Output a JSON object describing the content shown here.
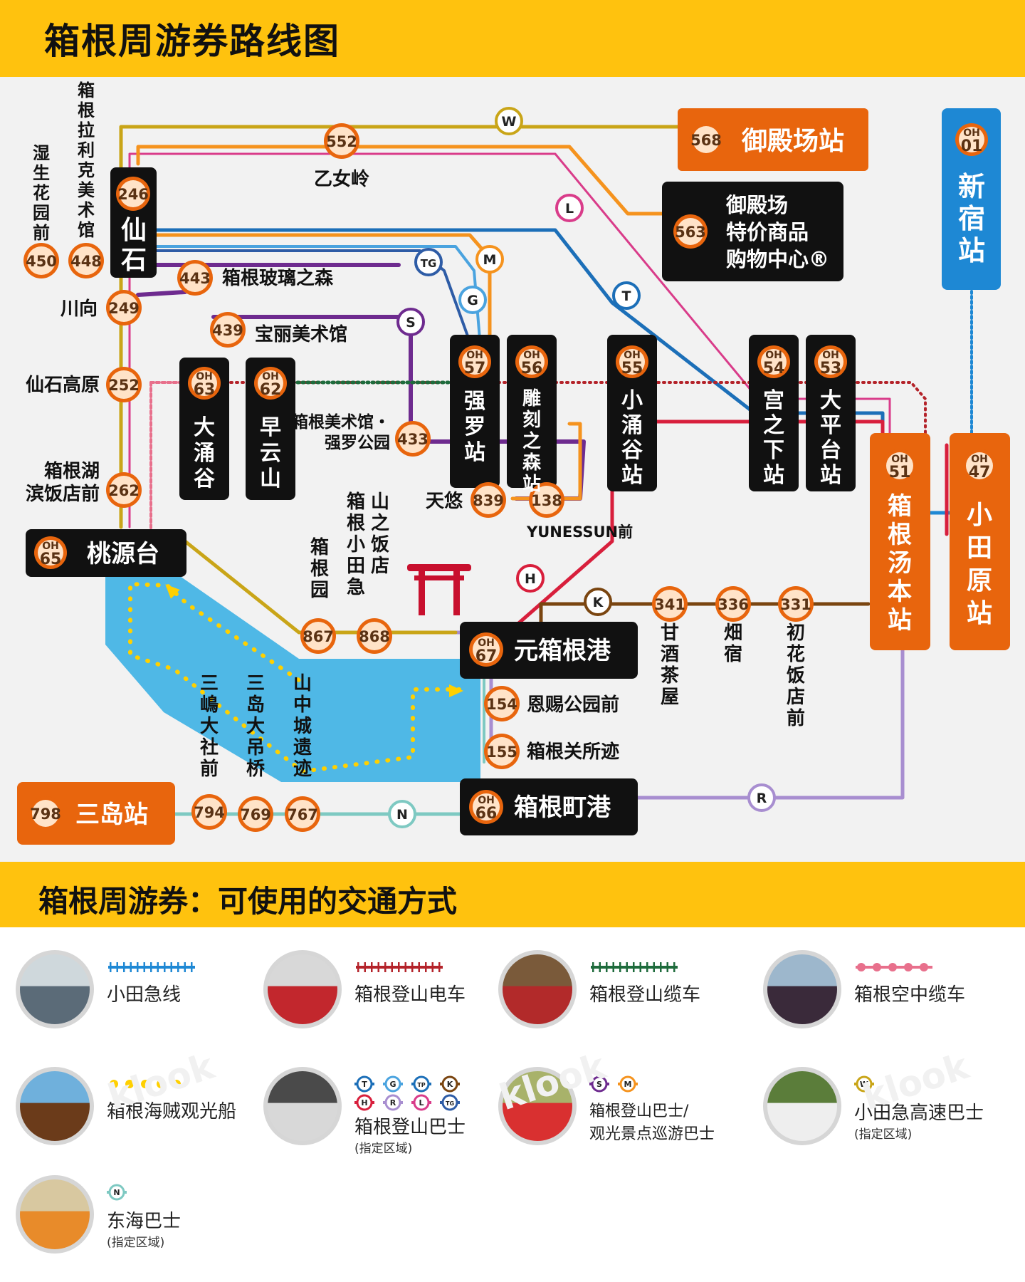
{
  "title": "箱根周游券路线图",
  "legend_title": "箱根周游券：可使用的交通方式",
  "watermark": "klook",
  "colors": {
    "header": "#FFC20E",
    "odakyu": "#1E88D4",
    "tozan_train": "#B4232A",
    "cablecar": "#1E6B3C",
    "ropeway": "#E8708C",
    "ship": "#FFD000",
    "lake": "#4FB8E6",
    "station_box": "#111111",
    "terminal_orange": "#E8650D",
    "badge_fill": "#FFE3C8",
    "route_W": "#C9A518",
    "route_T": "#1C6FB8",
    "route_L": "#D93C8A",
    "route_TG": "#2E5CA6",
    "route_G": "#4AA3DF",
    "route_M": "#F5931E",
    "route_S": "#6E2B8F",
    "route_H": "#D81F3C",
    "route_K": "#7A4510",
    "route_R": "#A88ED0",
    "route_N": "#7EC9C2"
  },
  "stations": {
    "s246": {
      "code": "246",
      "name": "仙石"
    },
    "s568": {
      "code": "568",
      "name": "御殿场站"
    },
    "s563": {
      "code": "563",
      "name": "御殿场\n特价商品\n购物中心®"
    },
    "s552": {
      "code": "552",
      "name": "乙女岭"
    },
    "shinjuku": {
      "code": "OH\n01",
      "name": "新宿站"
    },
    "s450": {
      "code": "450",
      "name": "湿生花园前"
    },
    "s448": {
      "code": "448",
      "name": "箱根拉利克美术馆"
    },
    "s443": {
      "code": "443",
      "name": "箱根玻璃之森"
    },
    "s249": {
      "code": "249",
      "name": "川向"
    },
    "s439": {
      "code": "439",
      "name": "宝丽美术馆"
    },
    "s252": {
      "code": "252",
      "name": "仙石高原"
    },
    "s262": {
      "code": "262",
      "name": "箱根湖\n滨饭店前"
    },
    "oh63": {
      "code": "OH\n63",
      "name": "大涌谷"
    },
    "oh62": {
      "code": "OH\n62",
      "name": "早云山"
    },
    "s433": {
      "code": "433",
      "name": "箱根美术馆・\n强罗公园"
    },
    "oh57": {
      "code": "OH\n57",
      "name": "强罗站"
    },
    "oh56": {
      "code": "OH\n56",
      "name": "雕刻之森站"
    },
    "oh55": {
      "code": "OH\n55",
      "name": "小涌谷站"
    },
    "oh54": {
      "code": "OH\n54",
      "name": "宫之下站"
    },
    "oh53": {
      "code": "OH\n53",
      "name": "大平台站"
    },
    "oh51": {
      "code": "OH\n51",
      "name": "箱根汤本站"
    },
    "oh47": {
      "code": "OH\n47",
      "name": "小田原站"
    },
    "s839": {
      "code": "839",
      "name": "天悠"
    },
    "s138": {
      "code": "138",
      "name": "YUNESSUN前"
    },
    "oh65": {
      "code": "OH\n65",
      "name": "桃源台"
    },
    "s867": {
      "code": "867",
      "name": "箱根园"
    },
    "s868": {
      "code": "868",
      "name": "箱根小田急\n山之饭店"
    },
    "oh67": {
      "code": "OH\n67",
      "name": "元箱根港"
    },
    "s341": {
      "code": "341",
      "name": "甘酒茶屋"
    },
    "s336": {
      "code": "336",
      "name": "畑宿"
    },
    "s331": {
      "code": "331",
      "name": "初花饭店前"
    },
    "s154": {
      "code": "154",
      "name": "恩赐公园前"
    },
    "s155": {
      "code": "155",
      "name": "箱根关所迹"
    },
    "oh66": {
      "code": "OH\n66",
      "name": "箱根町港"
    },
    "s798": {
      "code": "798",
      "name": "三岛站"
    },
    "s794": {
      "code": "794",
      "name": "三嶋大社前"
    },
    "s769": {
      "code": "769",
      "name": "三岛大吊桥"
    },
    "s767": {
      "code": "767",
      "name": "山中城遗迹"
    }
  },
  "route_letters": [
    "W",
    "L",
    "TG",
    "M",
    "G",
    "T",
    "S",
    "H",
    "K",
    "R",
    "N"
  ],
  "legend": [
    {
      "id": "odakyu",
      "label": "小田急线",
      "note": "",
      "symbol": "dotted-line",
      "color": "#1E88D4",
      "icon": "odakyu-train-photo"
    },
    {
      "id": "tozan-train",
      "label": "箱根登山电车",
      "note": "",
      "symbol": "dotted-line",
      "color": "#B4232A",
      "icon": "tozan-train-photo"
    },
    {
      "id": "cablecar",
      "label": "箱根登山缆车",
      "note": "",
      "symbol": "dotted-line",
      "color": "#1E6B3C",
      "icon": "cablecar-photo"
    },
    {
      "id": "ropeway",
      "label": "箱根空中缆车",
      "note": "",
      "symbol": "dot-line",
      "color": "#E8708C",
      "icon": "ropeway-gondola-photo"
    },
    {
      "id": "ship",
      "label": "箱根海贼观光船",
      "note": "",
      "symbol": "dots",
      "color": "#FFD000",
      "icon": "pirate-ship-photo"
    },
    {
      "id": "tozan-bus",
      "label": "箱根登山巴士",
      "note": "(指定区域)",
      "symbol": "badges",
      "badges": [
        "T",
        "G",
        "TP",
        "K",
        "H",
        "R",
        "L",
        "TG"
      ],
      "icon": "tozan-bus-photo"
    },
    {
      "id": "sightseeing-bus",
      "label": "箱根登山巴士/\n观光景点巡游巴士",
      "note": "",
      "symbol": "badges",
      "badges": [
        "S",
        "M"
      ],
      "icon": "sightseeing-bus-photo"
    },
    {
      "id": "highway-bus",
      "label": "小田急高速巴士",
      "note": "(指定区域)",
      "symbol": "badges",
      "badges": [
        "W"
      ],
      "icon": "highway-bus-photo"
    },
    {
      "id": "tokai-bus",
      "label": "东海巴士",
      "note": "(指定区域)",
      "symbol": "badges",
      "badges": [
        "N"
      ],
      "icon": "tokai-bus-photo"
    }
  ]
}
